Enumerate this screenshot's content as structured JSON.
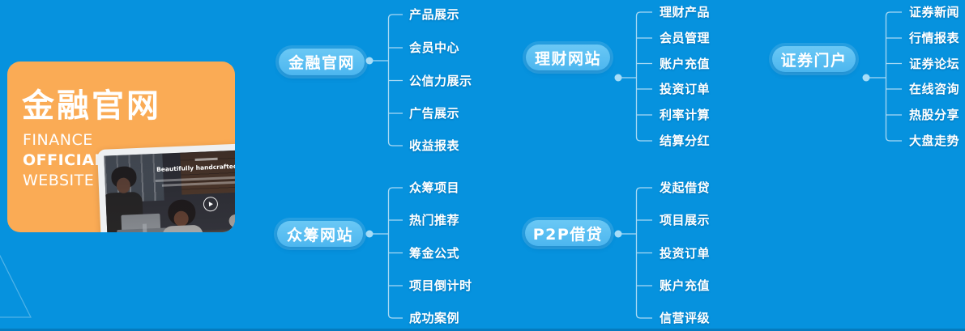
{
  "page": {
    "background_color": "#0692de",
    "accent_orange": "#faab55",
    "node_fill": "#55bdf2",
    "line_color": "rgba(255,255,255,0.65)"
  },
  "card": {
    "title": "金融官网",
    "subtitle": [
      "FINANCE",
      "OFFICIAL",
      "WEBSITE"
    ],
    "screenshot": {
      "heading": "Beautifully handcrafted templates for y"
    }
  },
  "mindmap": {
    "groups": [
      {
        "label": "金融官网",
        "children": [
          "产品展示",
          "会员中心",
          "公信力展示",
          "广告展示",
          "收益报表"
        ]
      },
      {
        "label": "理财网站",
        "children": [
          "理财产品",
          "会员管理",
          "账户充值",
          "投资订单",
          "利率计算",
          "结算分红"
        ]
      },
      {
        "label": "证券门户",
        "children": [
          "证券新闻",
          "行情报表",
          "证券论坛",
          "在线咨询",
          "热股分享",
          "大盘走势"
        ]
      },
      {
        "label": "众筹网站",
        "children": [
          "众筹项目",
          "热门推荐",
          "筹金公式",
          "项目倒计时",
          "成功案例"
        ]
      },
      {
        "label": "P2P借贷",
        "children": [
          "发起借贷",
          "项目展示",
          "投资订单",
          "账户充值",
          "信营评级"
        ]
      }
    ]
  }
}
